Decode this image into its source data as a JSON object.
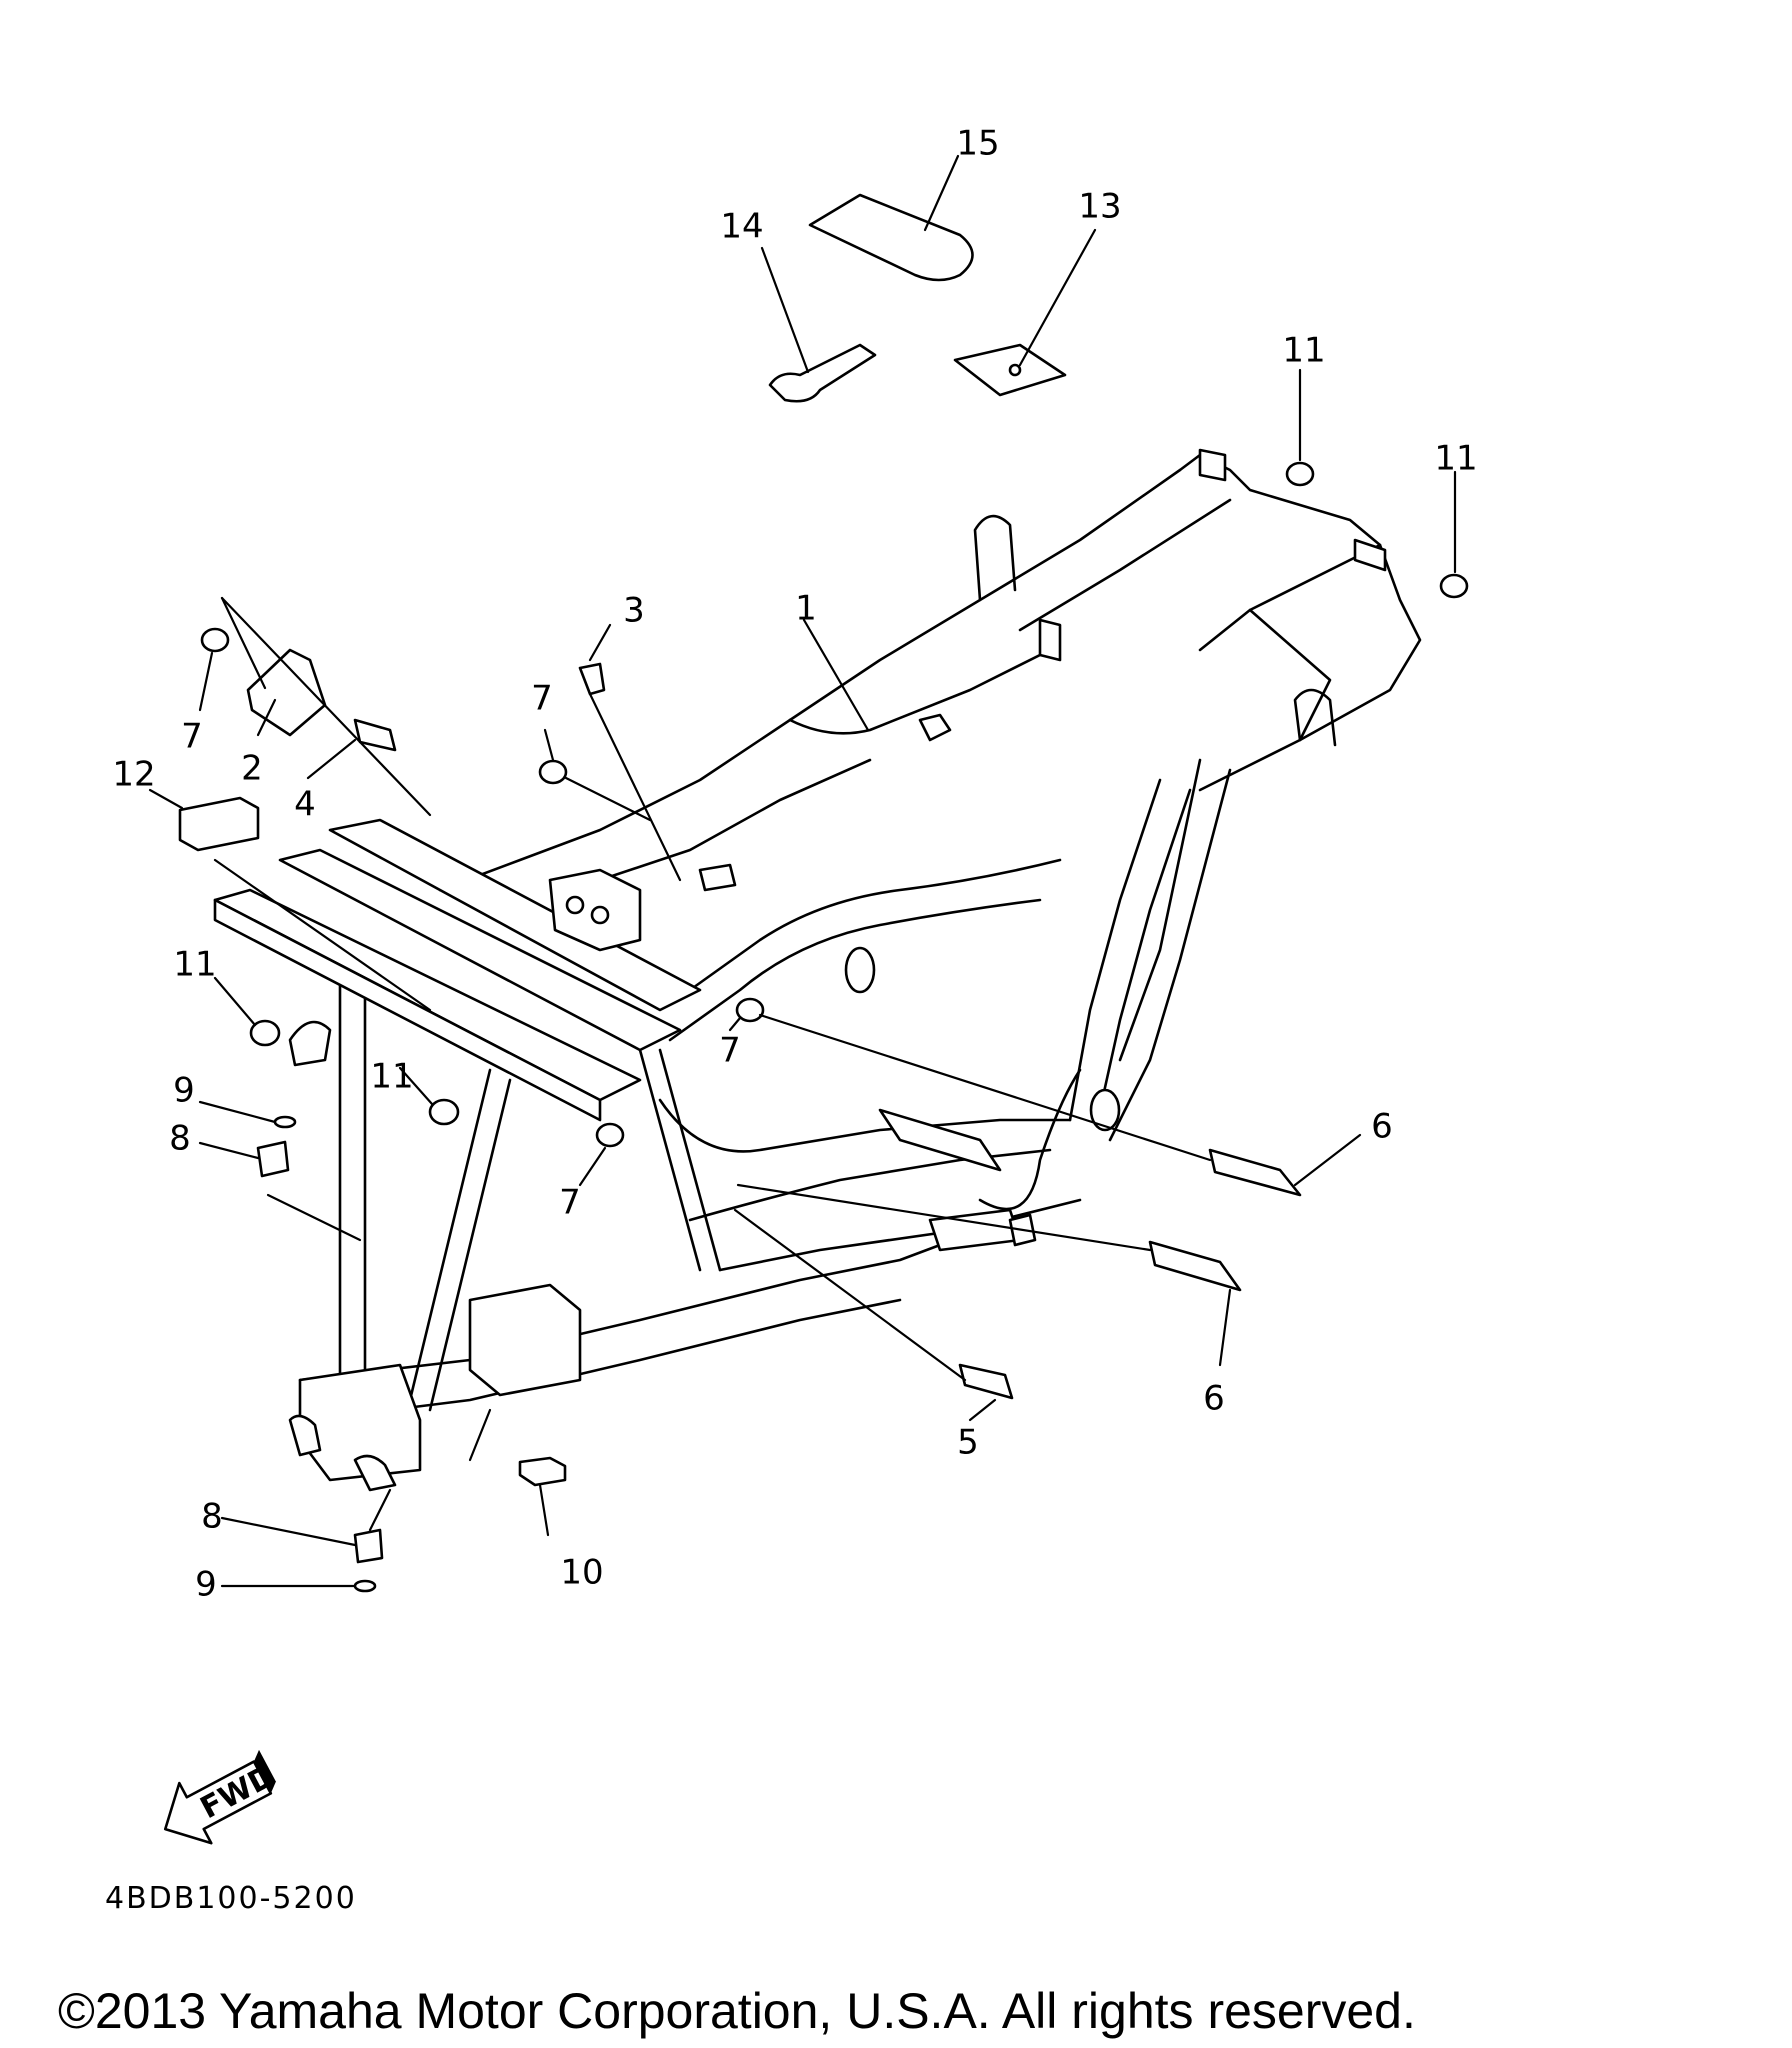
{
  "diagram": {
    "callouts": [
      {
        "id": "1",
        "label": "1"
      },
      {
        "id": "2",
        "label": "2"
      },
      {
        "id": "3",
        "label": "3"
      },
      {
        "id": "4",
        "label": "4"
      },
      {
        "id": "5",
        "label": "5"
      },
      {
        "id": "6a",
        "label": "6"
      },
      {
        "id": "6b",
        "label": "6"
      },
      {
        "id": "7a",
        "label": "7"
      },
      {
        "id": "7b",
        "label": "7"
      },
      {
        "id": "7c",
        "label": "7"
      },
      {
        "id": "7d",
        "label": "7"
      },
      {
        "id": "8a",
        "label": "8"
      },
      {
        "id": "8b",
        "label": "8"
      },
      {
        "id": "9a",
        "label": "9"
      },
      {
        "id": "9b",
        "label": "9"
      },
      {
        "id": "10",
        "label": "10"
      },
      {
        "id": "11a",
        "label": "11"
      },
      {
        "id": "11b",
        "label": "11"
      },
      {
        "id": "11c",
        "label": "11"
      },
      {
        "id": "11d",
        "label": "11"
      },
      {
        "id": "12",
        "label": "12"
      },
      {
        "id": "13",
        "label": "13"
      },
      {
        "id": "14",
        "label": "14"
      },
      {
        "id": "15",
        "label": "15"
      }
    ],
    "fwd_label": "FWD",
    "diagram_code": "4BDB100-5200"
  },
  "footer": {
    "copyright": "©2013 Yamaha Motor Corporation, U.S.A. All rights reserved."
  }
}
